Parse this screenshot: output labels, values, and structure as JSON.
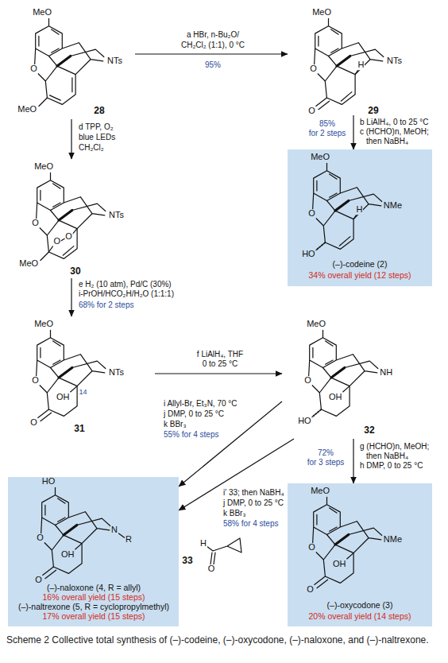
{
  "diagram": {
    "caption": "Scheme 2 Collective total synthesis of (–)-codeine, (–)-oxycodone, (–)-naloxone, and (–)-naltrexone.",
    "nodes": [
      {
        "text": [
          "28"
        ]
      },
      {
        "text": [
          "29"
        ]
      },
      {
        "text": [
          "(–)-codeine (2)",
          "34% overall yield (12 steps)"
        ]
      },
      {
        "text": [
          "30"
        ]
      },
      {
        "text": [
          "31"
        ]
      },
      {
        "text": [
          "32"
        ]
      },
      {
        "text": [
          "(–)-naloxone (4, R = allyl)",
          "16% overall yield (15 steps)",
          "(–)-naltrexone (5, R = cyclopropylmethyl)",
          "17% overall yield (15 steps)"
        ]
      },
      {
        "text": [
          "(–)-oxycodone (3)",
          "20% overall yield (14 steps)"
        ]
      },
      {
        "text": [
          "33"
        ]
      }
    ],
    "edges": [
      {
        "from": 0,
        "to": 1,
        "arrow": "to"
      },
      {
        "from": 1,
        "to": 2,
        "arrow": "to"
      },
      {
        "from": 0,
        "to": 3,
        "arrow": "to"
      },
      {
        "from": 3,
        "to": 4,
        "arrow": "to"
      },
      {
        "from": 4,
        "to": 5,
        "arrow": "to"
      },
      {
        "from": 5,
        "to": 7,
        "arrow": "to"
      },
      {
        "from": 5,
        "to": 6,
        "arrow": "to"
      },
      {
        "from": 5,
        "to": 6,
        "arrow": "to"
      }
    ],
    "labels": [
      "MeO",
      "O",
      "MeO",
      "NTs",
      "MeO",
      "O",
      "O",
      "H",
      "NTs",
      "MeO",
      "O",
      "HO",
      "H",
      "NMe",
      "MeO",
      "O",
      "MeO",
      "O",
      "O",
      "NTs",
      "MeO",
      "O",
      "O",
      "OH",
      "14",
      "NTs",
      "MeO",
      "O",
      "HO",
      "OH",
      "NH",
      "HO",
      "O",
      "O",
      "OH",
      "N",
      "R",
      "MeO",
      "O",
      "O",
      "OH",
      "NMe",
      "H",
      "O",
      "a HBr, n-Bu₂O/",
      "CH₂Cl₂ (1:1), 0 °C",
      "95%",
      "b LiAlH₄, 0 to 25 °C",
      "c (HCHO)n, MeOH;",
      "then NaBH₄",
      "85%",
      "for 2 steps",
      "d TPP, O₂",
      "blue LEDs",
      "CH₂Cl₂",
      "e H₂ (10 atm), Pd/C (30%)",
      "i-PrOH/HCO₂H/H₂O (1:1:1)",
      "68% for 2 steps",
      "f LiAlH₄, THF",
      "0 to 25 °C",
      "g (HCHO)n, MeOH;",
      "then NaBH₄",
      "h DMP, 0 to 25 °C",
      "72%",
      "for 3 steps",
      "i Allyl-Br, Et₃N, 70 °C",
      "j DMP, 0 to 25 °C",
      "k BBr₃",
      "55% for 4 steps",
      "i′ 33; then NaBH₄",
      "j DMP, 0 to 25 °C",
      "k BBr₃",
      "58% for 4 steps"
    ]
  }
}
